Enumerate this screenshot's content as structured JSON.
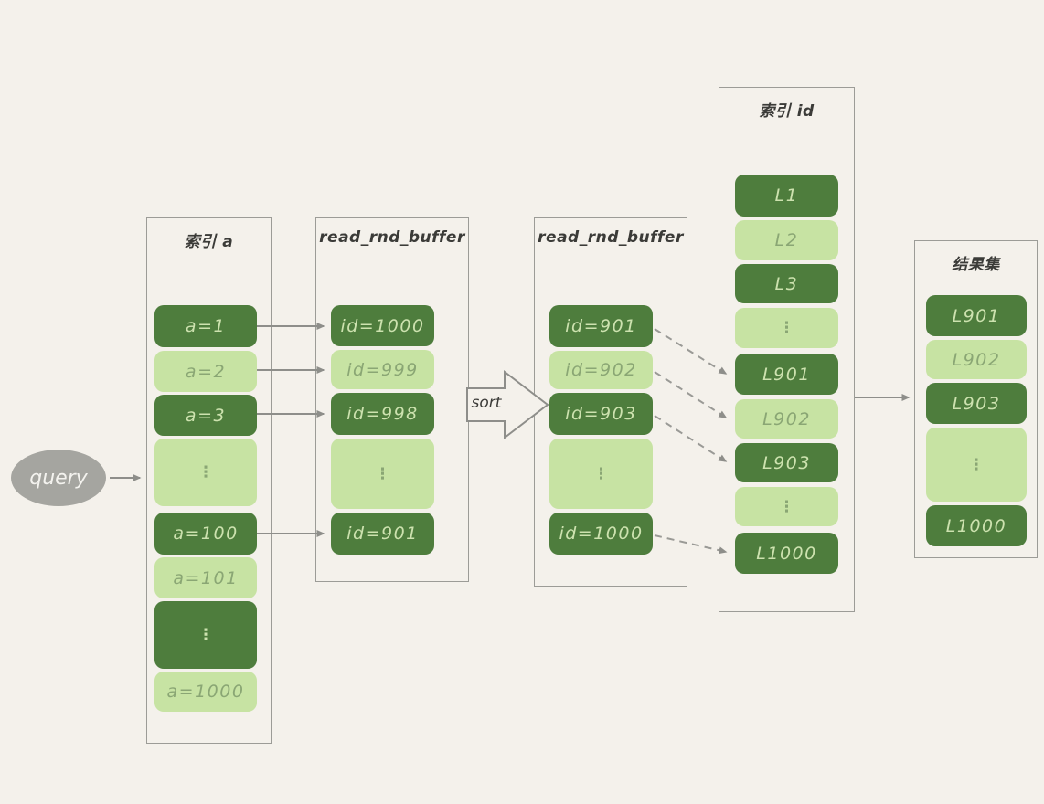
{
  "query_label": "query",
  "sort_label": "sort",
  "columns": [
    {
      "title": "索引 a",
      "cells": [
        {
          "label": "a=1",
          "variant": "dark"
        },
        {
          "label": "a=2",
          "variant": "light"
        },
        {
          "label": "a=3",
          "variant": "dark"
        },
        {
          "label": "⋮",
          "variant": "light dots"
        },
        {
          "label": "a=100",
          "variant": "dark"
        },
        {
          "label": "a=101",
          "variant": "light"
        },
        {
          "label": "⋮",
          "variant": "dark dots"
        },
        {
          "label": "a=1000",
          "variant": "light"
        }
      ]
    },
    {
      "title": "read_rnd_buffer",
      "cells": [
        {
          "label": "id=1000",
          "variant": "dark"
        },
        {
          "label": "id=999",
          "variant": "light"
        },
        {
          "label": "id=998",
          "variant": "dark"
        },
        {
          "label": "⋮",
          "variant": "light dots"
        },
        {
          "label": "id=901",
          "variant": "dark"
        }
      ]
    },
    {
      "title": "read_rnd_buffer",
      "cells": [
        {
          "label": "id=901",
          "variant": "dark"
        },
        {
          "label": "id=902",
          "variant": "light"
        },
        {
          "label": "id=903",
          "variant": "dark"
        },
        {
          "label": "⋮",
          "variant": "light dots"
        },
        {
          "label": "id=1000",
          "variant": "dark"
        }
      ]
    },
    {
      "title": "索引 id",
      "cells": [
        {
          "label": "L1",
          "variant": "dark"
        },
        {
          "label": "L2",
          "variant": "light"
        },
        {
          "label": "L3",
          "variant": "dark"
        },
        {
          "label": "⋮",
          "variant": "light dots"
        },
        {
          "label": "L901",
          "variant": "dark"
        },
        {
          "label": "L902",
          "variant": "light"
        },
        {
          "label": "L903",
          "variant": "dark"
        },
        {
          "label": "⋮",
          "variant": "light dots"
        },
        {
          "label": "L1000",
          "variant": "dark"
        }
      ]
    },
    {
      "title": "结果集",
      "cells": [
        {
          "label": "L901",
          "variant": "dark"
        },
        {
          "label": "L902",
          "variant": "light"
        },
        {
          "label": "L903",
          "variant": "dark"
        },
        {
          "label": "⋮",
          "variant": "light dots"
        },
        {
          "label": "L1000",
          "variant": "dark"
        }
      ]
    }
  ],
  "connections": [
    {
      "from": "query",
      "to": "索引 a",
      "style": "solid"
    },
    {
      "from": "a=1",
      "to": "id=1000",
      "style": "solid"
    },
    {
      "from": "a=2",
      "to": "id=999",
      "style": "solid"
    },
    {
      "from": "a=3",
      "to": "id=998",
      "style": "solid"
    },
    {
      "from": "a=100",
      "to": "id=901",
      "style": "solid"
    },
    {
      "from": "read_rnd_buffer",
      "to": "read_rnd_buffer",
      "style": "block-arrow",
      "label": "sort"
    },
    {
      "from": "id=901",
      "to": "L901",
      "style": "dashed"
    },
    {
      "from": "id=902",
      "to": "L902",
      "style": "dashed"
    },
    {
      "from": "id=903",
      "to": "L903",
      "style": "dashed"
    },
    {
      "from": "id=1000",
      "to": "L1000",
      "style": "dashed"
    },
    {
      "from": "索引 id",
      "to": "结果集",
      "style": "solid"
    }
  ],
  "colors": {
    "background": "#f4f1eb",
    "dark_green": "#4e7d3d",
    "light_green": "#c7e3a3",
    "dark_cell_text": "#cde2af",
    "light_cell_text": "#8aa674",
    "box_border": "#9c9c97",
    "arrow_gray": "#8e8e8a",
    "query_gray": "#a5a5a0",
    "title_text": "#3b3b38"
  }
}
